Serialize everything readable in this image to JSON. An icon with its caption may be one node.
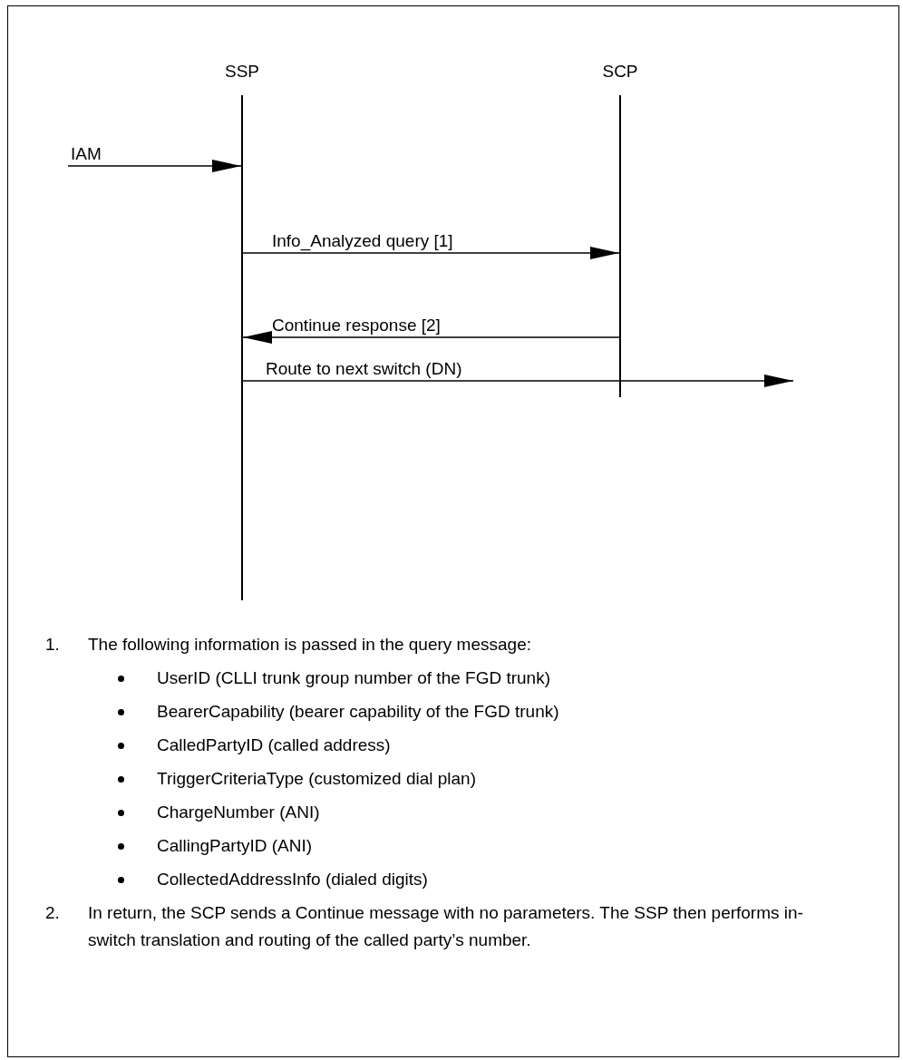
{
  "diagram": {
    "nodes": [
      {
        "text": [
          "SSP"
        ]
      },
      {
        "text": [
          "SCP"
        ]
      }
    ],
    "edges": [
      {
        "from": null,
        "to": 0,
        "arrow": "to",
        "label": "IAM"
      },
      {
        "from": 0,
        "to": 1,
        "arrow": "to",
        "label": "Info_Analyzed query [1]"
      },
      {
        "from": 1,
        "to": 0,
        "arrow": "to",
        "label": "Continue response [2]"
      },
      {
        "from": 0,
        "to": null,
        "arrow": "to",
        "label": "Route to next switch (DN)"
      }
    ],
    "labels": [
      "1.",
      "The following information is passed in the query message:",
      "UserID (CLLI trunk group number of the FGD trunk)",
      "BearerCapability (bearer capability of the FGD trunk)",
      "CalledPartyID (called address)",
      "TriggerCriteriaType (customized dial plan)",
      "ChargeNumber (ANI)",
      "CallingPartyID (ANI)",
      "CollectedAddressInfo (dialed digits)",
      "2.",
      "In return, the SCP sends a Continue message with no parameters. The SSP then performs in-switch translation and routing of the called party’s number."
    ]
  }
}
